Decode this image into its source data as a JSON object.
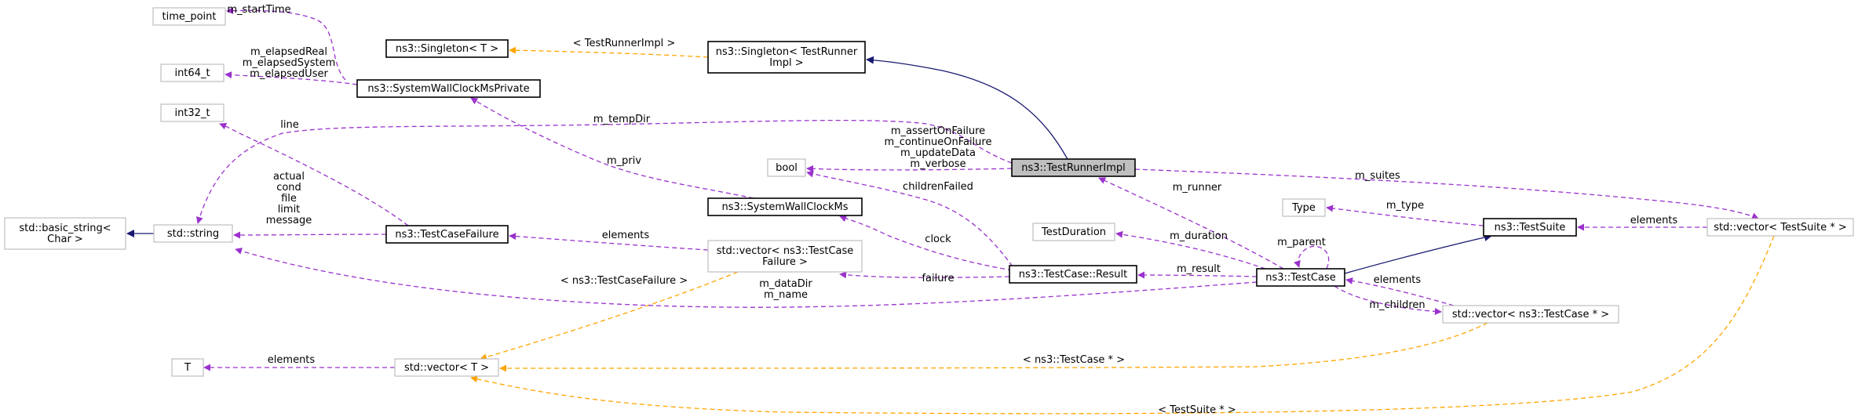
{
  "colors": {
    "usage": "#9a32cd",
    "template": "#ffa500",
    "inheritance": "#191970",
    "focus_fill": "#bfbfbf",
    "gray_border": "#bfbfbf"
  },
  "nodes": {
    "time_point": [
      "time_point"
    ],
    "int64_t": [
      "int64_t"
    ],
    "int32_t": [
      "int32_t"
    ],
    "basic_string": [
      "std::basic_string<",
      "Char >"
    ],
    "std_string": [
      "std::string"
    ],
    "T": [
      "T"
    ],
    "singleton_T": [
      "ns3::Singleton< T >"
    ],
    "wallclock_private": [
      "ns3::SystemWallClockMsPrivate"
    ],
    "testcasefailure": [
      "ns3::TestCaseFailure"
    ],
    "vector_T": [
      "std::vector< T >"
    ],
    "singleton_runner": [
      "ns3::Singleton< TestRunner",
      "Impl >"
    ],
    "bool": [
      "bool"
    ],
    "wallclock": [
      "ns3::SystemWallClockMs"
    ],
    "vector_failure": [
      "std::vector< ns3::TestCase",
      "Failure >"
    ],
    "testrunnerimpl": [
      "ns3::TestRunnerImpl"
    ],
    "testduration": [
      "TestDuration"
    ],
    "result": [
      "ns3::TestCase::Result"
    ],
    "testcase": [
      "ns3::TestCase"
    ],
    "type": [
      "Type"
    ],
    "testsuite": [
      "ns3::TestSuite"
    ],
    "vector_testcase": [
      "std::vector< ns3::TestCase * >"
    ],
    "vector_testsuite": [
      "std::vector< TestSuite * >"
    ]
  },
  "edge_labels": {
    "m_startTime": [
      "m_startTime"
    ],
    "elapsed": [
      "m_elapsedReal",
      "m_elapsedSystem",
      "m_elapsedUser"
    ],
    "line": [
      "line"
    ],
    "failure_fields": [
      "actual",
      "cond",
      "file",
      "limit",
      "message"
    ],
    "m_tempDir": [
      "m_tempDir"
    ],
    "m_priv": [
      "m_priv"
    ],
    "testrunnerimpl_tmpl": [
      "< TestRunnerImpl >"
    ],
    "bool_fields": [
      "m_assertOnFailure",
      "m_continueOnFailure",
      "m_updateData",
      "m_verbose"
    ],
    "childrenFailed": [
      "childrenFailed"
    ],
    "clock": [
      "clock"
    ],
    "elements_failure": [
      "elements"
    ],
    "failure": [
      "failure"
    ],
    "testcasefailure_tmpl": [
      "< ns3::TestCaseFailure >"
    ],
    "dataDir_name": [
      "m_dataDir",
      "m_name"
    ],
    "elements_T": [
      "elements"
    ],
    "testcase_ptr_tmpl": [
      "< ns3::TestCase * >"
    ],
    "testsuite_ptr_tmpl": [
      "< TestSuite * >"
    ],
    "m_runner": [
      "m_runner"
    ],
    "m_suites": [
      "m_suites"
    ],
    "m_duration": [
      "m_duration"
    ],
    "m_parent": [
      "m_parent"
    ],
    "m_result": [
      "m_result"
    ],
    "m_type": [
      "m_type"
    ],
    "elements_suite": [
      "elements"
    ],
    "elements_case": [
      "elements"
    ],
    "m_children": [
      "m_children"
    ]
  }
}
